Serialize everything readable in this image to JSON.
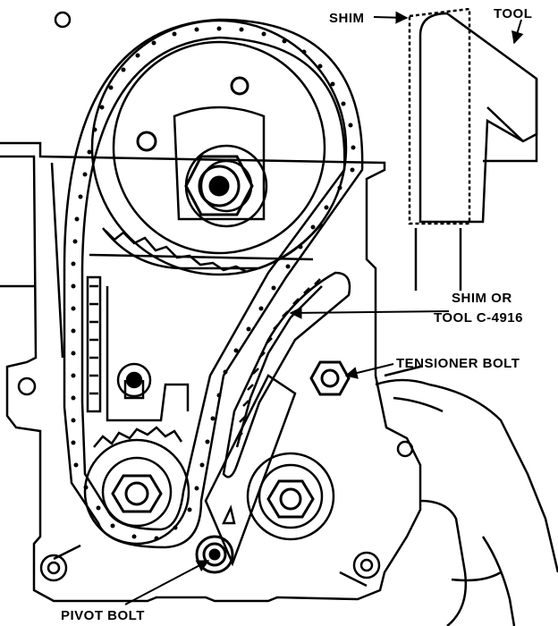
{
  "labels": {
    "shim": "SHIM",
    "tool": "TOOL",
    "shim_or_tool_line1": "SHIM OR",
    "shim_or_tool_line2": "TOOL C-4916",
    "tensioner_bolt": "TENSIONER BOLT",
    "pivot_bolt": "PIVOT BOLT"
  },
  "icons": {
    "arrow": "arrowhead",
    "bolt": "hex-bolt",
    "sprocket": "toothed-sprocket",
    "chain": "roller-chain"
  },
  "colors": {
    "ink": "#000000",
    "paper": "#ffffff"
  }
}
